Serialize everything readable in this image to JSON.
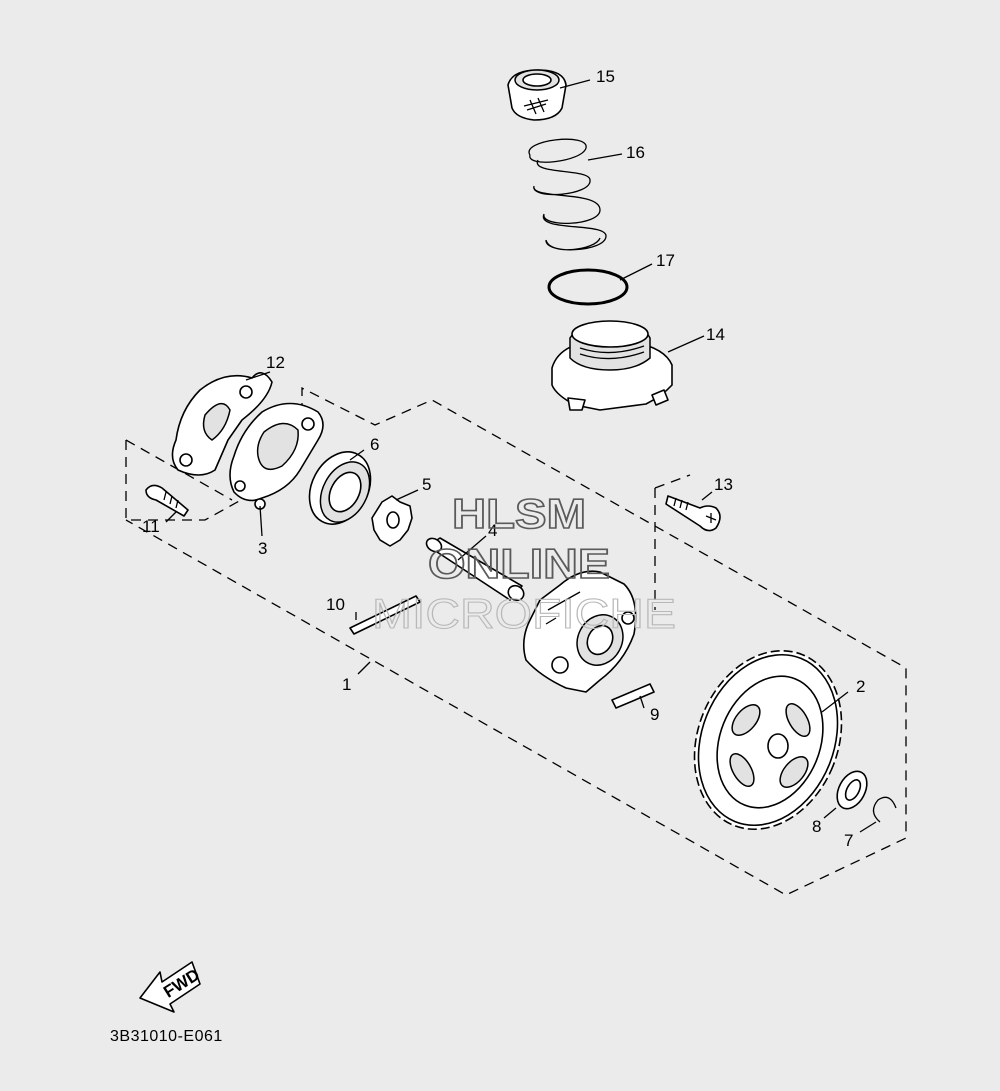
{
  "diagram": {
    "part_labels": {
      "p1": "1",
      "p2": "2",
      "p3": "3",
      "p4": "4",
      "p5": "5",
      "p6": "6",
      "p7": "7",
      "p8": "8",
      "p9": "9",
      "p10": "10",
      "p11": "11",
      "p12": "12",
      "p13": "13",
      "p14": "14",
      "p15": "15",
      "p16": "16",
      "p17": "17"
    },
    "fwd_label": "FWD",
    "drawing_code": "3B31010-E061",
    "watermark": {
      "line1": "HLSM",
      "line2": "ONLINE",
      "line3": "MICROFICHE"
    }
  }
}
